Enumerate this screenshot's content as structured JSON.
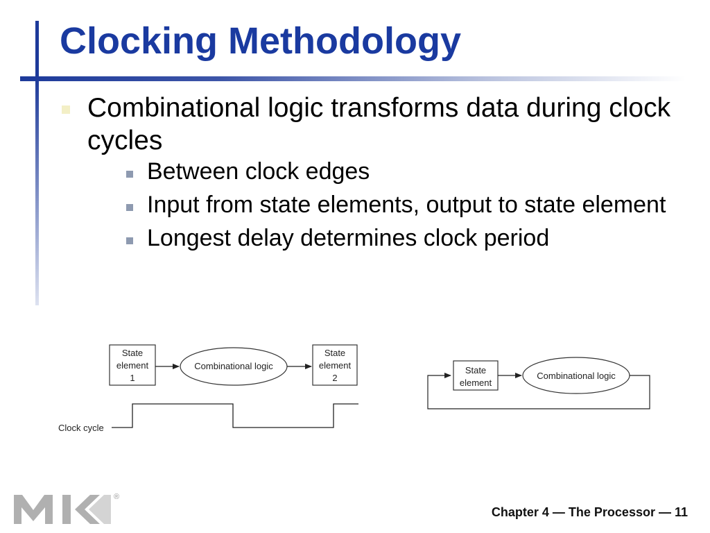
{
  "slide": {
    "title": "Clocking Methodology",
    "bullets": [
      {
        "text": "Combinational logic transforms data during clock cycles",
        "sub": [
          "Between clock edges",
          "Input from state elements, output to state element",
          "Longest delay determines clock period"
        ]
      }
    ]
  },
  "diagram_left": {
    "state1": [
      "State",
      "element",
      "1"
    ],
    "logic": "Combinational logic",
    "state2": [
      "State",
      "element",
      "2"
    ],
    "clock_label": "Clock cycle"
  },
  "diagram_right": {
    "state": [
      "State",
      "element"
    ],
    "logic": "Combinational logic"
  },
  "footer": {
    "text": "Chapter 4 — The Processor — 11"
  },
  "logo": {
    "letters": "MK",
    "registered": "®"
  },
  "colors": {
    "title": "#1a3aa0",
    "accent_bar": "#1d3a9a",
    "bullet_l1": "#f3efc6",
    "bullet_l2": "#8e9ab0",
    "logo_gray": "#b0b0b0"
  }
}
